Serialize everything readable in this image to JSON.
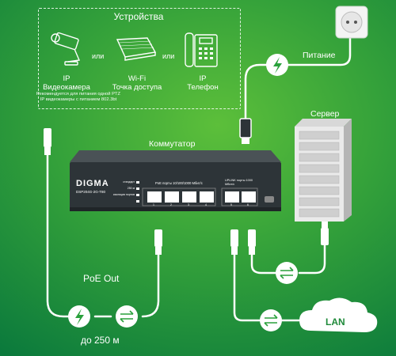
{
  "devices": {
    "title": "Устройства",
    "or1": "или",
    "or2": "или",
    "camera": {
      "line1": "IP",
      "line2": "Видеокамера"
    },
    "ap": {
      "line1": "Wi-Fi",
      "line2": "Точка доступа"
    },
    "phone": {
      "line1": "IP",
      "line2": "Телефон"
    },
    "note": "Рекомендуется для питания одной PTZ IP видеокамеры с питанием 802.3bt"
  },
  "power_label": "Питание",
  "server_label": "Сервер",
  "switch_label": "Коммутатор",
  "switch": {
    "brand": "DIGMA",
    "model": "DSP204G-2G-T80",
    "poe_ports_label": "PoE порты 10/100/1000 Мбит/с",
    "uplink_label": "UPLINK порты 1000 Мбит/с",
    "leds": [
      "стандарт",
      "250 м",
      "изоляция портов"
    ],
    "port_numbers": [
      "1",
      "2",
      "3",
      "4",
      "5",
      "6"
    ]
  },
  "poe_out": "PoE Out",
  "distance": "до 250 м",
  "lan": "LAN",
  "colors": {
    "line": "#ffffff",
    "background_center": "#5cbf3a",
    "background_edge": "#0b7a3c",
    "switch_body": "#2d3438"
  }
}
